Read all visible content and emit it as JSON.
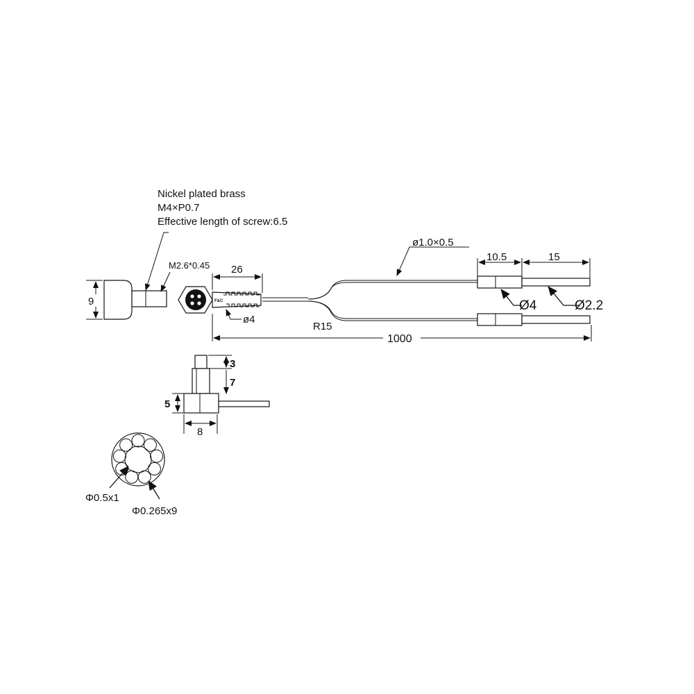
{
  "notes": {
    "material": "Nickel plated brass",
    "thread": "M4×P0.7",
    "screw_length": "Effective length of screw:6.5"
  },
  "head_dims": {
    "height": "9",
    "small_thread": "M2.6*0.45",
    "length_26": "26",
    "dia_4": "ø4",
    "brand": "F&C"
  },
  "cable": {
    "fiber_dia": "ø1.0×0.5",
    "sleeve_len": "10.5",
    "tip_len": "15",
    "sleeve_dia": "Ø4",
    "tip_dia": "Ø2.2",
    "bend_radius": "R15",
    "total_length": "1000"
  },
  "side_view": {
    "dim_top": "3",
    "dim_stem": "7",
    "dim_body": "5",
    "dim_width": "8"
  },
  "end_view": {
    "center_fiber": "Φ0.5x1",
    "ring_fibers": "Φ0.265x9"
  }
}
